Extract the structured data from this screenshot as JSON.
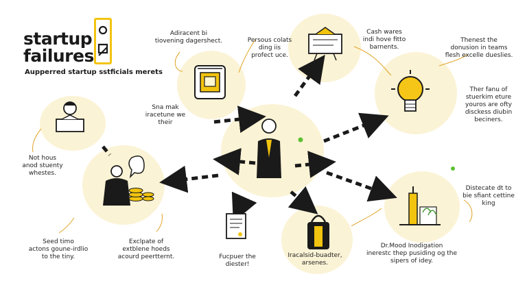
{
  "title": {
    "line1": "startup",
    "line2": "failures"
  },
  "subtitle": "Aupperred startup sstficials merets",
  "colors": {
    "accent": "#f2c40f",
    "circle_fill": "#fbf3d5",
    "ink": "#1a1a1a",
    "green_dot": "#5cc033"
  },
  "captions": {
    "top_left": [
      "Adiracent bi",
      "tiovening dagershect."
    ],
    "top_mid": [
      "Persous colats",
      "ding iis",
      "profect uce."
    ],
    "top_right_mid": [
      "Cash wares",
      "indi hove fitto",
      "barnents."
    ],
    "top_right": [
      "Thenest the",
      "donusion in teams",
      "flesh excelle dueslies."
    ],
    "right_mid": [
      "Ther fanu of",
      "stuerkim eture",
      "youros are ofty",
      "disckess diubin",
      "beciners."
    ],
    "left_mid": [
      "Sna mak",
      "iracetune we",
      "their"
    ],
    "left_far": [
      "Not hous",
      "anod stuenty",
      "whestes."
    ],
    "right_lower": [
      "Distecate dt to",
      "bie sfiant cettine",
      "king"
    ],
    "bottom_left": [
      "Seed timo",
      "actons goune-irdlio",
      "to the tiny."
    ],
    "bottom_left2": [
      "Exclpate of",
      "extblene hoeds",
      "acourd peertternt."
    ],
    "bottom_mid": [
      "Fucpuer the",
      "diester!"
    ],
    "bottom_mid2": [
      "Iracalsid-buadter,",
      "arsenes."
    ],
    "bottom_right": [
      "Dr.Mood Inodigation",
      "inerestc thep pusiding og the",
      "sipers of idey."
    ]
  },
  "icons": [
    "binder-icon",
    "presenter-icon",
    "lightbulb-icon",
    "businessman-icon",
    "investor-icon",
    "document-icon",
    "handbag-icon",
    "city-icon",
    "speaker-icon"
  ]
}
